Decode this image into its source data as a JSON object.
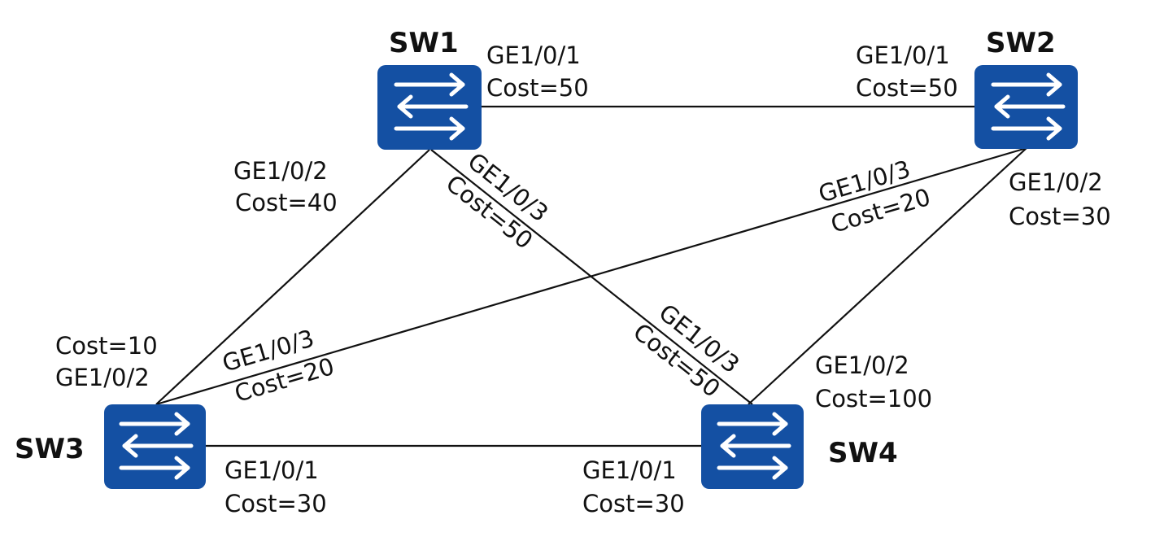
{
  "colors": {
    "switch_fill": "#1450a3",
    "switch_icon": "#ffffff",
    "link": "#111111",
    "text": "#111111"
  },
  "icons": {
    "switch": "switch-arrows-icon"
  },
  "switches": [
    {
      "id": "sw1",
      "name": "SW1"
    },
    {
      "id": "sw2",
      "name": "SW2"
    },
    {
      "id": "sw3",
      "name": "SW3"
    },
    {
      "id": "sw4",
      "name": "SW4"
    }
  ],
  "links": [
    {
      "id": "sw1-sw2",
      "from": "SW1",
      "to": "SW2",
      "from_port": "GE1/0/1",
      "from_cost": "Cost=50",
      "to_port": "GE1/0/1",
      "to_cost": "Cost=50"
    },
    {
      "id": "sw1-sw3",
      "from": "SW1",
      "to": "SW3",
      "from_port": "GE1/0/2",
      "from_cost": "Cost=40",
      "to_port": "GE1/0/2",
      "to_cost": "Cost=10"
    },
    {
      "id": "sw1-sw4",
      "from": "SW1",
      "to": "SW4",
      "from_port": "GE1/0/3",
      "from_cost": "Cost=50",
      "to_port": "GE1/0/3",
      "to_cost": "Cost=50"
    },
    {
      "id": "sw2-sw3",
      "from": "SW2",
      "to": "SW3",
      "from_port": "GE1/0/3",
      "from_cost": "Cost=20",
      "to_port": "GE1/0/3",
      "to_cost": "Cost=20"
    },
    {
      "id": "sw2-sw4",
      "from": "SW2",
      "to": "SW4",
      "from_port": "GE1/0/2",
      "from_cost": "Cost=30",
      "to_port": "GE1/0/2",
      "to_cost": "Cost=100"
    },
    {
      "id": "sw3-sw4",
      "from": "SW3",
      "to": "SW4",
      "from_port": "GE1/0/1",
      "from_cost": "Cost=30",
      "to_port": "GE1/0/1",
      "to_cost": "Cost=30"
    }
  ]
}
